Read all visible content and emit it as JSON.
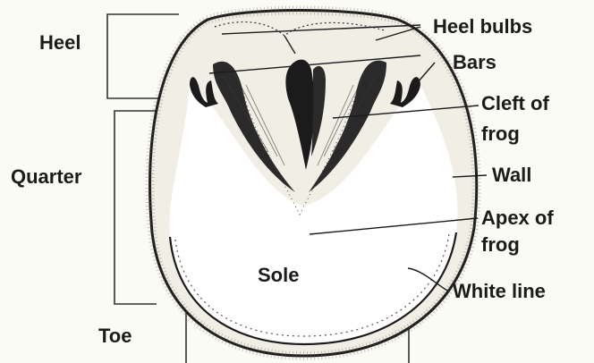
{
  "region_labels": {
    "heel": "Heel",
    "quarter": "Quarter",
    "toe": "Toe"
  },
  "part_labels": {
    "heel_bulbs": "Heel bulbs",
    "bars": "Bars",
    "cleft_of_frog_line1": "Cleft of",
    "cleft_of_frog_line2": "frog",
    "wall": "Wall",
    "apex_of_frog_line1": "Apex of",
    "apex_of_frog_line2": "frog",
    "sole": "Sole",
    "white_line": "White line"
  },
  "colors": {
    "ink": "#1b1b1b",
    "background": "#fbfbf6",
    "hoof_fill": "#ffffff",
    "wall_fill": "#f1eee6"
  }
}
